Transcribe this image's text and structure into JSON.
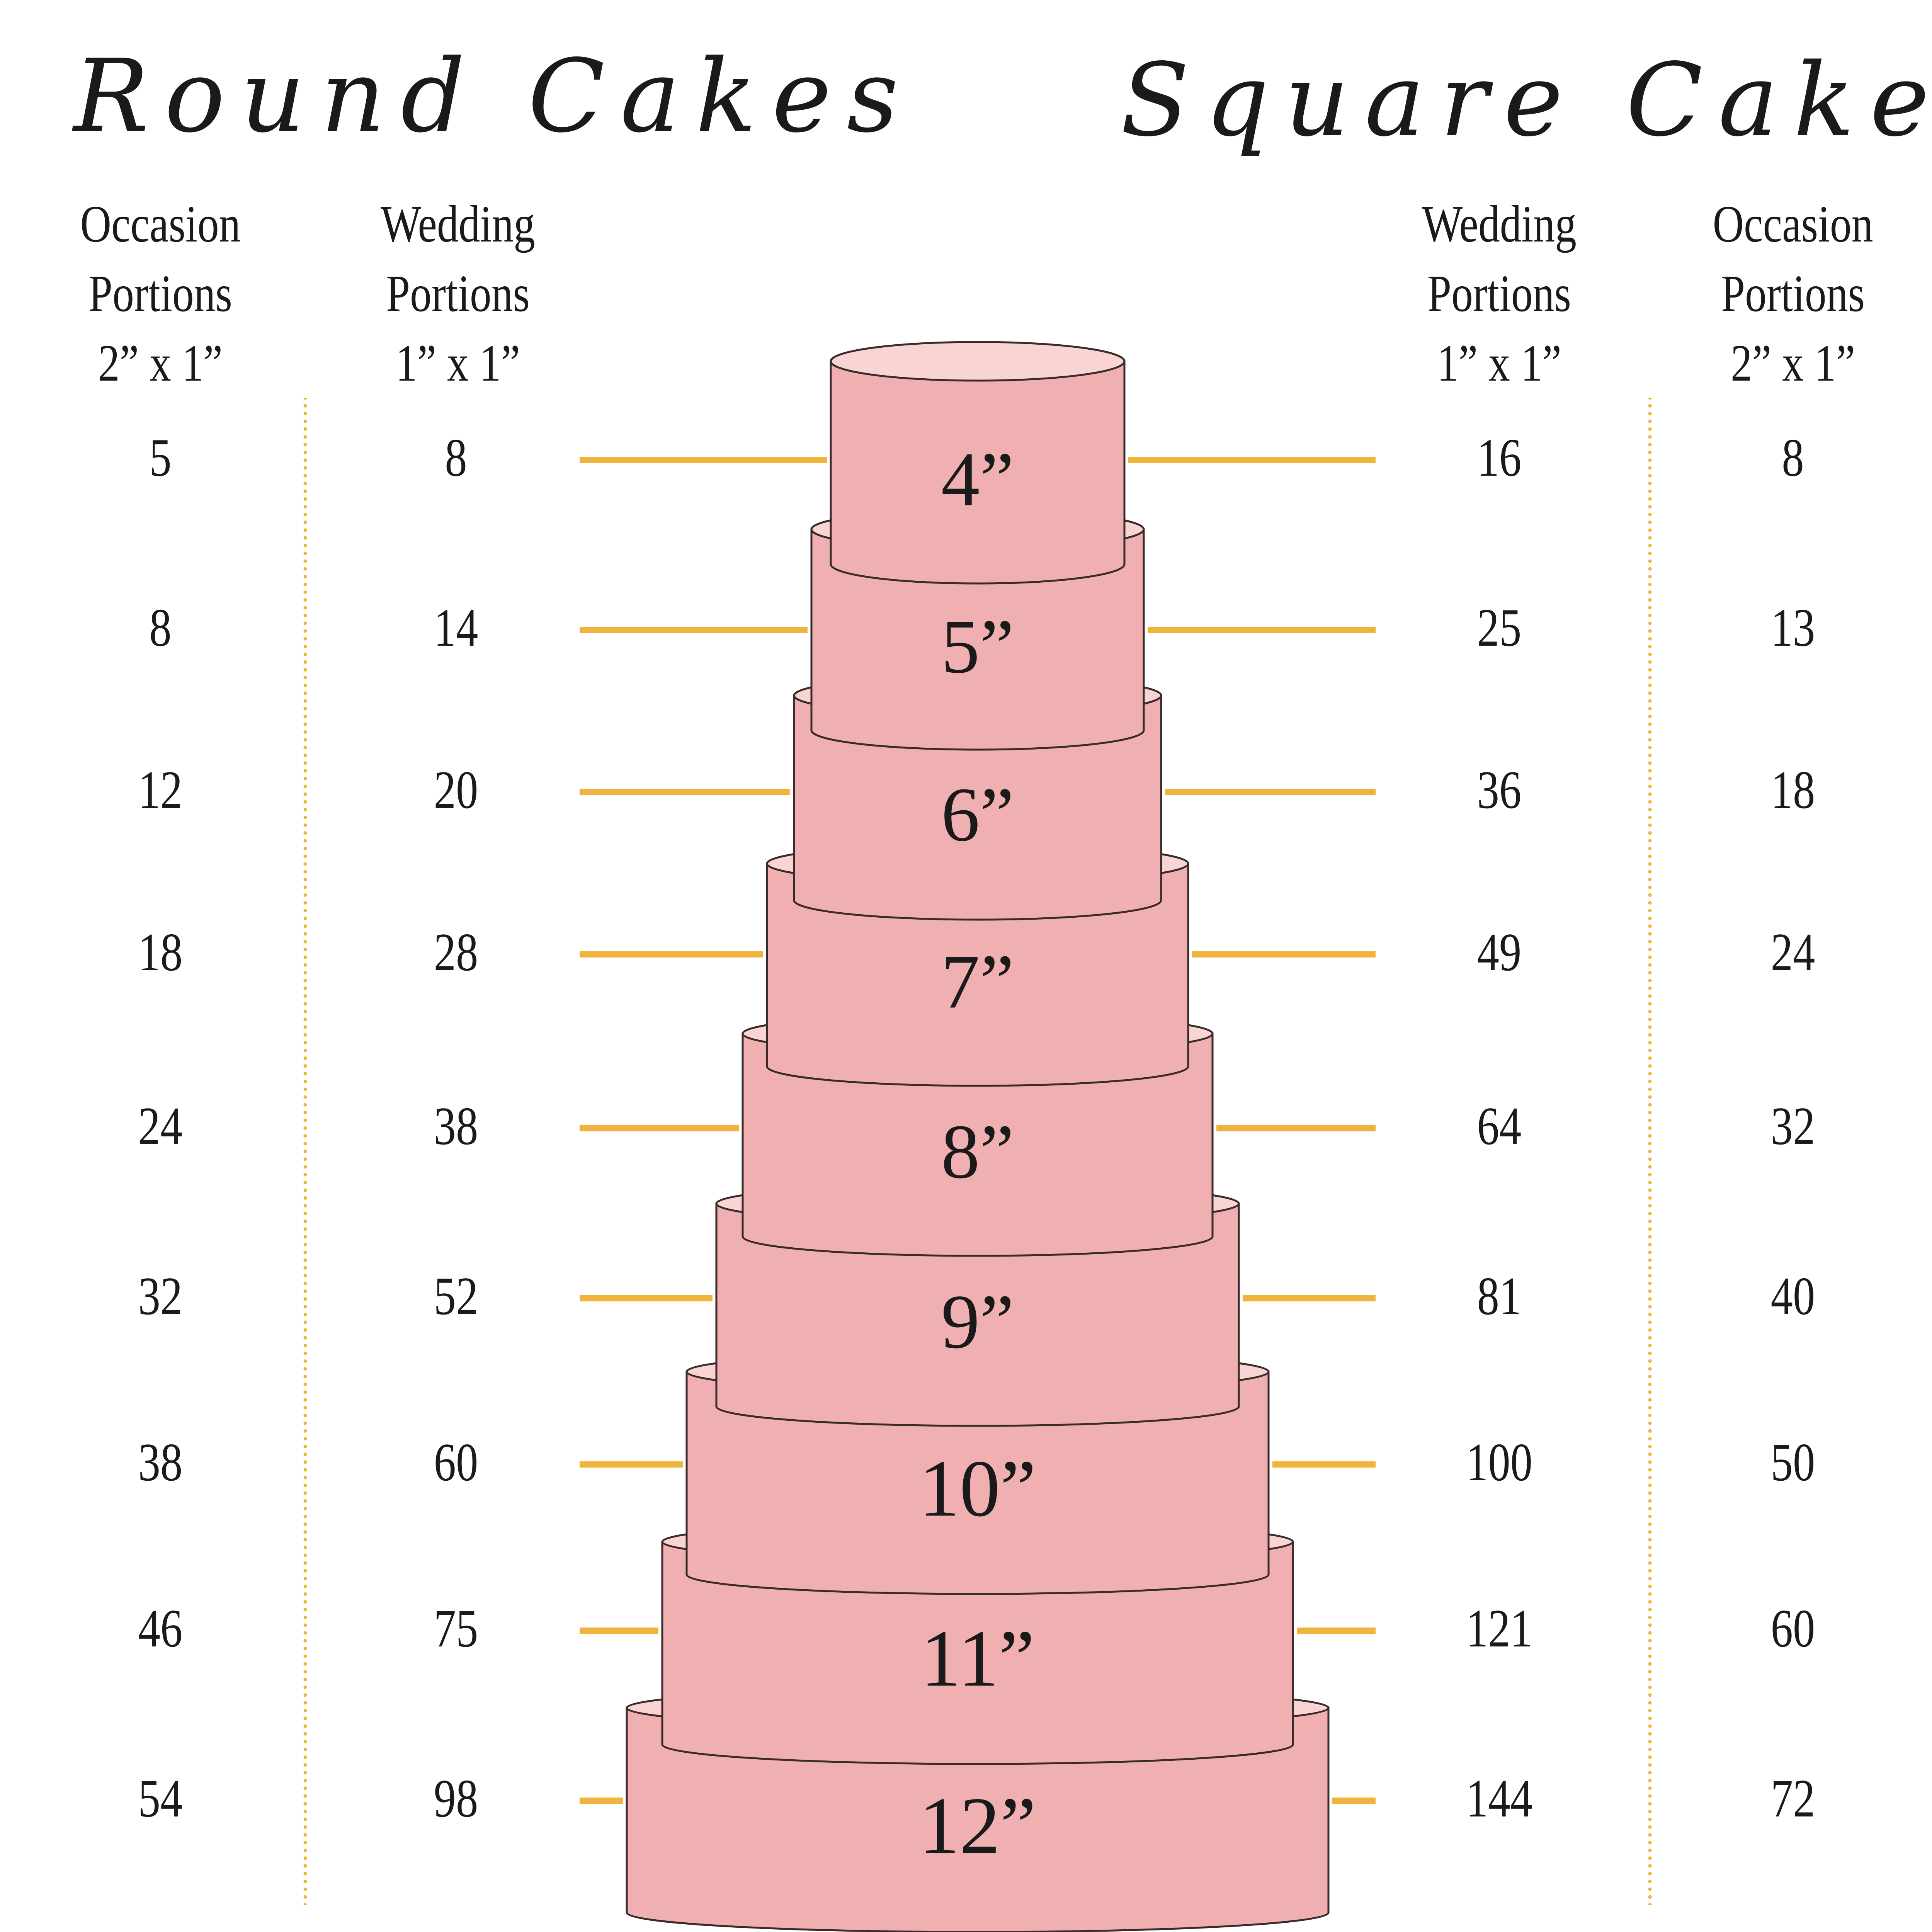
{
  "titles": {
    "round": "Round Cakes",
    "square": "Square Cakes"
  },
  "headers": {
    "round_occasion": [
      "Occasion",
      "Portions",
      "2” x 1”"
    ],
    "round_wedding": [
      "Wedding",
      "Portions",
      "1” x 1”"
    ],
    "square_wedding": [
      "Wedding",
      "Portions",
      "1” x 1”"
    ],
    "square_occasion": [
      "Occasion",
      "Portions",
      "2” x 1”"
    ]
  },
  "colors": {
    "cake_side": "#f0b0b2",
    "cake_top": "#f8d4d3",
    "outline": "#3a2a2a",
    "connector": "#f0b43c",
    "text": "#1a1a1a"
  },
  "tiers": [
    {
      "size": "4”",
      "round_occasion": "5",
      "round_wedding": "8",
      "square_wedding": "16",
      "square_occasion": "8"
    },
    {
      "size": "5”",
      "round_occasion": "8",
      "round_wedding": "14",
      "square_wedding": "25",
      "square_occasion": "13"
    },
    {
      "size": "6”",
      "round_occasion": "12",
      "round_wedding": "20",
      "square_wedding": "36",
      "square_occasion": "18"
    },
    {
      "size": "7”",
      "round_occasion": "18",
      "round_wedding": "28",
      "square_wedding": "49",
      "square_occasion": "24"
    },
    {
      "size": "8”",
      "round_occasion": "24",
      "round_wedding": "38",
      "square_wedding": "64",
      "square_occasion": "32"
    },
    {
      "size": "9”",
      "round_occasion": "32",
      "round_wedding": "52",
      "square_wedding": "81",
      "square_occasion": "40"
    },
    {
      "size": "10”",
      "round_occasion": "38",
      "round_wedding": "60",
      "square_wedding": "100",
      "square_occasion": "50"
    },
    {
      "size": "11”",
      "round_occasion": "46",
      "round_wedding": "75",
      "square_wedding": "121",
      "square_occasion": "60"
    },
    {
      "size": "12”",
      "round_occasion": "54",
      "round_wedding": "98",
      "square_wedding": "144",
      "square_occasion": "72"
    }
  ]
}
